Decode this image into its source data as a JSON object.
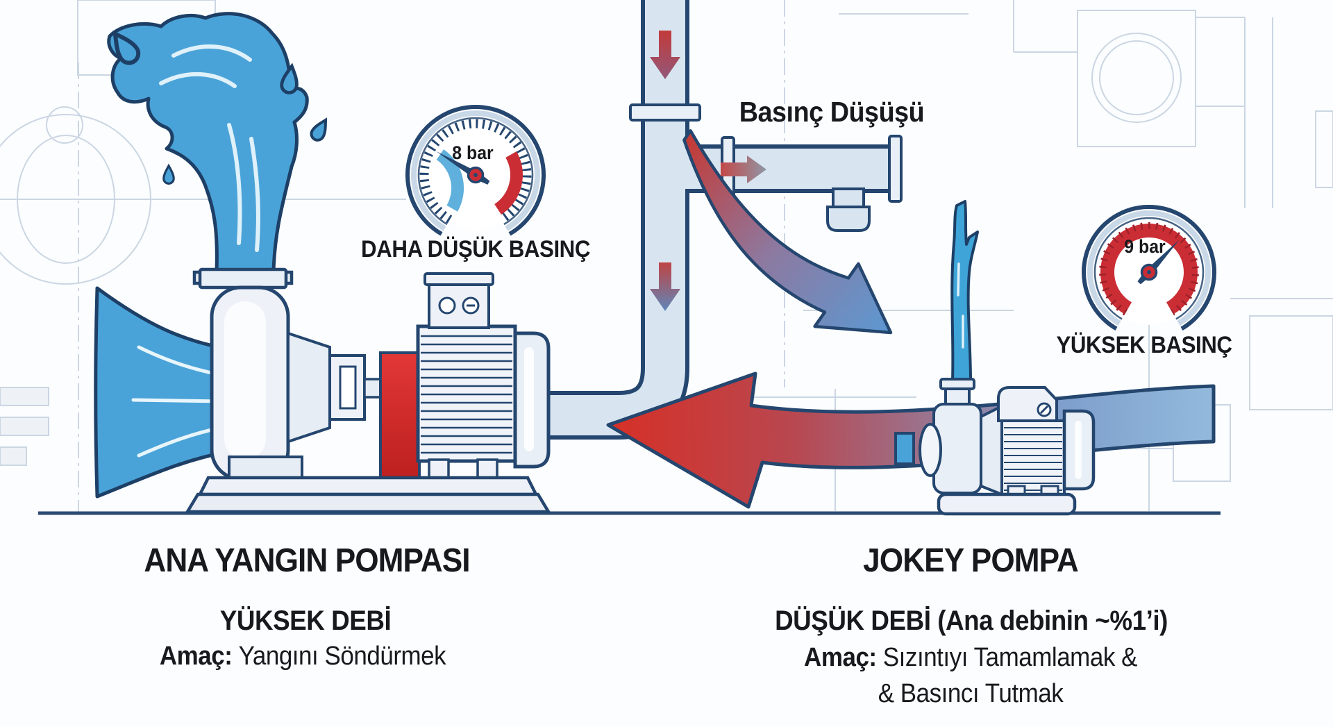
{
  "pipe_section": {
    "label": "Basınç Düşüşü"
  },
  "gauge_left": {
    "value": "8 bar",
    "label": "DAHA DÜŞÜK BASINÇ"
  },
  "gauge_right": {
    "value": "9 bar",
    "label": "YÜKSEK BASINÇ"
  },
  "main_pump": {
    "title": "ANA YANGIN POMPASI",
    "flow": "YÜKSEK DEBİ",
    "purpose_prefix": "Amaç:",
    "purpose": "Yangını Söndürmek"
  },
  "jockey_pump": {
    "title": "JOKEY POMPA",
    "flow": "DÜŞÜK DEBİ (Ana debinin ~%1’i)",
    "purpose_prefix": "Amaç:",
    "purpose_line1": "Sızıntıyı Tamamlamak &",
    "purpose_line2": "& Basıncı Tutmak"
  },
  "colors": {
    "water_blue": "#4aa3d8",
    "outline_navy": "#24466f",
    "pipe_fill": "#d8e5f1",
    "machine_fill": "#eef2f8",
    "accent_red": "#cb2d35",
    "gauge_blue_zone": "#5fb0dc",
    "blueprint_line": "#cbd6e3",
    "text": "#17191c"
  }
}
